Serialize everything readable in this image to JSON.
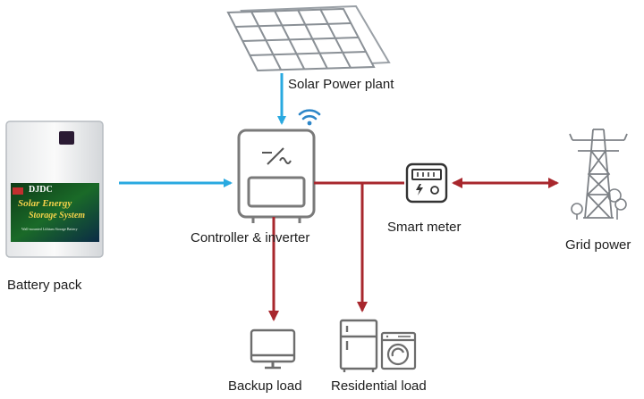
{
  "labels": {
    "solar": "Solar Power plant",
    "controller": "Controller & inverter",
    "smart_meter": "Smart meter",
    "grid": "Grid power",
    "battery": "Battery pack",
    "backup": "Backup load",
    "residential": "Residential load"
  },
  "battery_brand": {
    "name": "DJDC",
    "line1": "Solar Energy",
    "line2": "Storage System",
    "line3": "Wall-mounted Lithium Storage Battery"
  },
  "colors": {
    "dc_flow": "#29a9e0",
    "ac_flow": "#a8272d",
    "device_stroke": "#7a7a7a",
    "label_text": "#1c1c1c"
  },
  "icons": [
    "solar-panel-icon",
    "wifi-icon",
    "inverter-icon",
    "smart-meter-icon",
    "transmission-tower-icon",
    "monitor-icon",
    "fridge-icon",
    "washing-machine-icon",
    "battery-pack-icon"
  ]
}
